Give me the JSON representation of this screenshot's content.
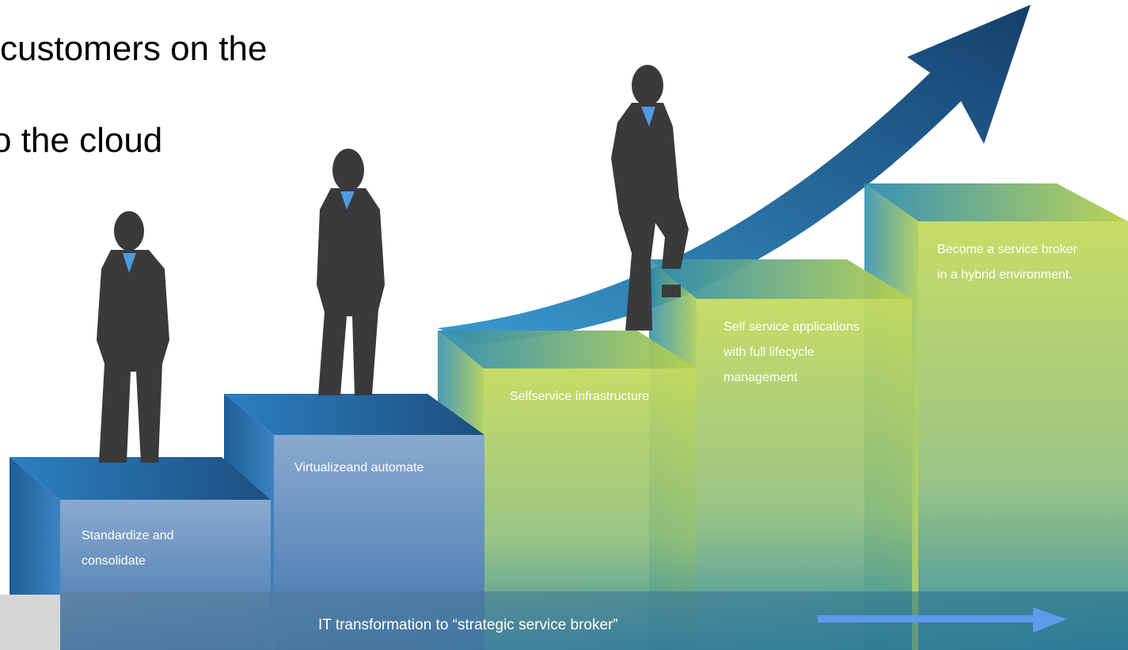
{
  "heading": {
    "line1": "customers on the",
    "line2": "o the cloud"
  },
  "steps": [
    {
      "line1": "Standardize and",
      "line2": "consolidate"
    },
    {
      "line1": "Virtualizeand automate"
    },
    {
      "line1": "Selfservice infrastructure"
    },
    {
      "line1": "Self service applications",
      "line2": "with full lifecycle",
      "line3": "management"
    },
    {
      "line1": "Become a service broker",
      "line2": "in a hybrid environment."
    }
  ],
  "footer": {
    "label": "IT transformation to “strategic service broker”"
  },
  "colors": {
    "blue_block": "#3a7ab8",
    "green_block": "#b6d04a",
    "arrow": "#1f5c96",
    "silhouette": "#3a3a3c",
    "tie": "#4f9be0",
    "footer_arrow": "#5b9bea"
  }
}
